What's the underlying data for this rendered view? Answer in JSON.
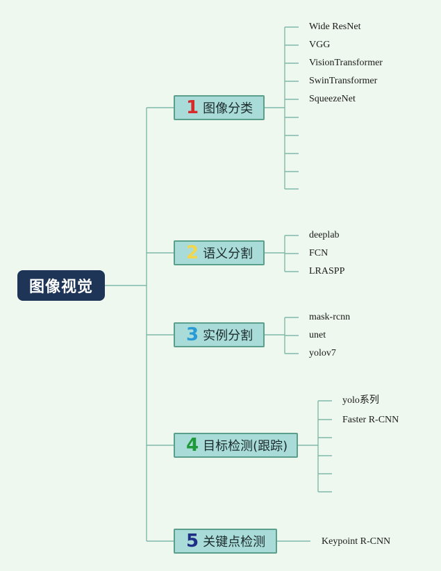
{
  "root": {
    "label": "图像视觉"
  },
  "branches": [
    {
      "num": "1",
      "label": "图像分类",
      "num_color": "#d62b2b",
      "leaves": [
        "Wide ResNet",
        "VGG",
        "VisionTransformer",
        "SwinTransformer",
        "SqueezeNet",
        "",
        "",
        "",
        "",
        ""
      ]
    },
    {
      "num": "2",
      "label": "语义分割",
      "num_color": "#f2d64b",
      "leaves": [
        "deeplab",
        "FCN",
        "LRASPP"
      ]
    },
    {
      "num": "3",
      "label": "实例分割",
      "num_color": "#2a9ad6",
      "leaves": [
        "mask-rcnn",
        "unet",
        "yolov7"
      ]
    },
    {
      "num": "4",
      "label": "目标检测(跟踪)",
      "num_color": "#1f9a3a",
      "leaves": [
        "yolo系列",
        "Faster R-CNN",
        "",
        "",
        "",
        ""
      ]
    },
    {
      "num": "5",
      "label": "关键点检测",
      "num_color": "#1f2f86",
      "leaves": [
        "Keypoint R-CNN"
      ]
    }
  ],
  "colors": {
    "line": "#7fb8a8",
    "root_bg": "#1e3557",
    "branch_bg": "#a9dcd9",
    "background": "#eef8ee"
  }
}
